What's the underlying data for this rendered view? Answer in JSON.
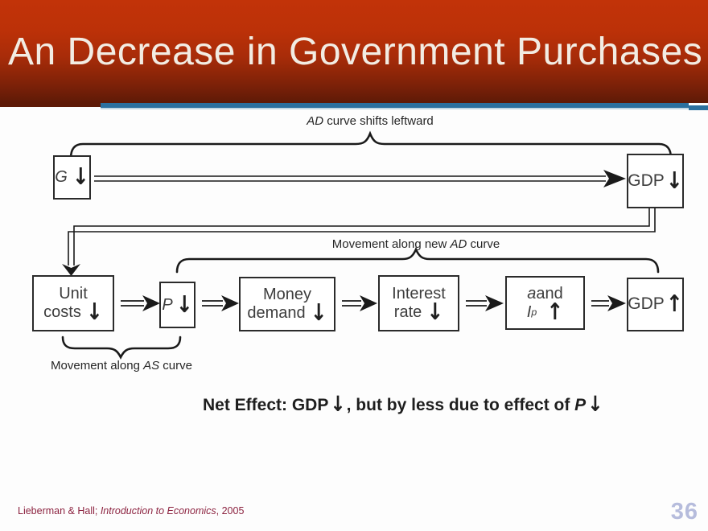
{
  "slide": {
    "title": "An Decrease in Government Purchases",
    "page_number": "36",
    "footer": {
      "authors": "Lieberman & Hall; ",
      "book_title": "Introduction to Economics",
      "year": ", 2005"
    }
  },
  "diagram": {
    "labels": {
      "top_brace": {
        "italic": "AD",
        "rest": " curve shifts leftward"
      },
      "new_ad_brace": {
        "prefix": "Movement along new ",
        "italic": "AD",
        "suffix": " curve"
      },
      "as_brace": {
        "prefix": "Movement along ",
        "italic": "AS",
        "suffix": " curve"
      }
    },
    "boxes": {
      "g": {
        "label": "G",
        "arrow": "↓"
      },
      "gdp_top": {
        "label": "GDP",
        "arrow": "↓"
      },
      "unit_costs": {
        "line1": "Unit",
        "line2": "costs",
        "arrow": "↓"
      },
      "p": {
        "label": "P",
        "arrow": "↓"
      },
      "money_demand": {
        "line1": "Money",
        "line2": "demand",
        "arrow": "↓"
      },
      "interest_rate": {
        "line1": "Interest",
        "line2": "rate",
        "arrow": "↓"
      },
      "a_ip": {
        "line1_var": "a",
        "line1_rest": " and",
        "line2_var": "I",
        "line2_sup": "p",
        "arrow": "↑"
      },
      "gdp_bottom": {
        "label": "GDP",
        "arrow": "↑"
      }
    },
    "net_effect": {
      "part1": "Net Effect: GDP",
      "arrow1": "↓",
      "part2": ", but by less due to effect of ",
      "var": "P",
      "arrow2": "↓"
    }
  },
  "colors": {
    "header_gradient_top": "#c23309",
    "header_gradient_bottom": "#5e1a07",
    "accent_line_blue": "#2b709f",
    "title_text": "#f2ece3",
    "diagram_ink": "#1a1a1a",
    "box_text": "#3d3d3d",
    "footer_text": "#8c2340",
    "page_number": "#b6bcdc"
  }
}
